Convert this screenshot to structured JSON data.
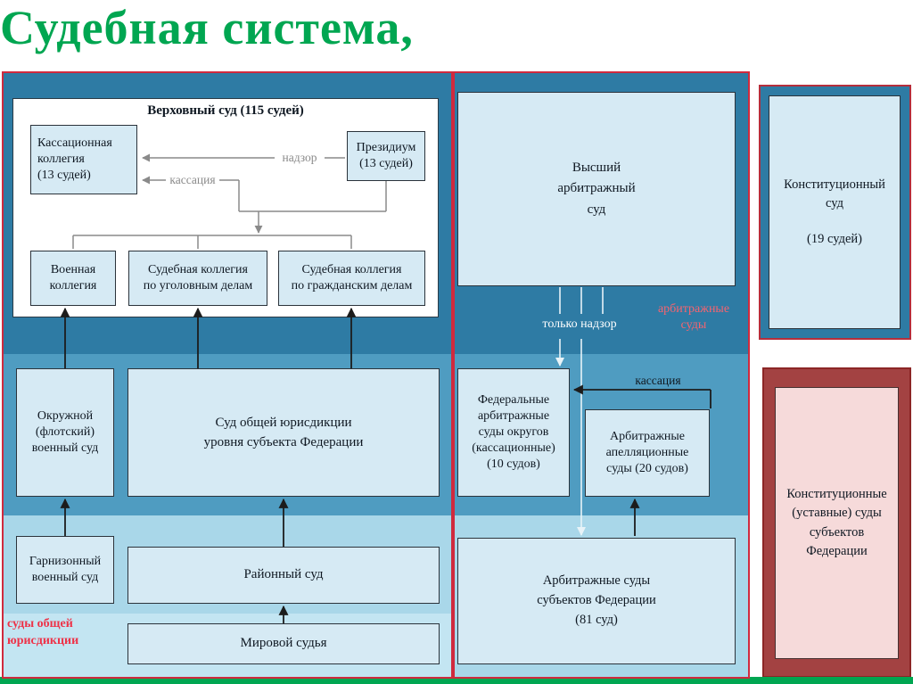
{
  "title": "Судебная система,",
  "colors": {
    "title_green": "#00a651",
    "red_border": "#d02a3e",
    "dark_teal": "#2e7ba4",
    "medium_blue": "#4f9cc1",
    "light_blue": "#a9d7e9",
    "box_fill": "#d6eaf4",
    "maroon": "#a34242",
    "pink": "#f6dada",
    "caption_red": "#ee3248",
    "salmon_label": "#f56470"
  },
  "general_jurisdiction": {
    "supreme_court": {
      "title": "Верховный суд (115 судей)",
      "cassation_board": "Кассационная\nколлегия\n(13 судей)",
      "presidium": "Президиум\n(13 судей)",
      "nadzor_label": "надзор",
      "cassation_label": "кассация",
      "military_board": "Военная\nколлегия",
      "criminal_board": "Судебная коллегия\nпо уголовным делам",
      "civil_board": "Судебная коллегия\nпо гражданским делам"
    },
    "district_military_court": "Окружной\n(флотский)\nвоенный суд",
    "subject_level_court": "Суд общей юрисдикции\nуровня субъекта Федерации",
    "garrison_military_court": "Гарнизонный\nвоенный суд",
    "district_court": "Районный суд",
    "justice_of_the_peace": "Мировой судья",
    "caption": "суды общей\nюрисдикции"
  },
  "arbitration": {
    "supreme_arbitration_court": "Высший\nарбитражный\nсуд",
    "supervision_only_label": "только надзор",
    "caption": "арбитражные\nсуды",
    "federal_district_courts": "Федеральные\nарбитражные\nсуды округов\n(кассационные)\n(10 судов)",
    "appellate_courts": "Арбитражные\nапелляционные\nсуды (20 судов)",
    "cassation_label": "кассация",
    "subject_courts": "Арбитражные суды\nсубъектов Федерации\n(81 суд)"
  },
  "constitutional": {
    "constitutional_court": "Конституционный\nсуд\n\n(19 судей)",
    "subject_constitutional_courts": "Конституционные\n(уставные) суды\nсубъектов\nФедерации"
  }
}
